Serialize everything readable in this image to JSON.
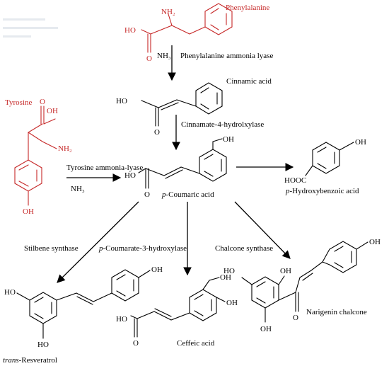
{
  "colors": {
    "ink": "#000000",
    "precursor": "#c62828",
    "background": "#ffffff"
  },
  "compounds": {
    "phenylalanine": {
      "name": "Phenylalanine",
      "groups": {
        "amine": "NH₂",
        "acid": "HO"
      }
    },
    "cinnamic_acid": {
      "name": "Cinnamic acid",
      "groups": {
        "acid": "HO"
      }
    },
    "tyrosine": {
      "name": "Tyrosine",
      "groups": {
        "acid": "OH",
        "amine": "NH₂",
        "phenol": "OH"
      }
    },
    "p_coumaric_acid": {
      "name_prefix": "p",
      "name_rest": "-Coumaric acid",
      "groups": {
        "acid": "HO",
        "phenol": "OH"
      }
    },
    "p_hydroxybenzoic_acid": {
      "name_prefix": "p",
      "name_rest": "-Hydroxybenzoic acid",
      "groups": {
        "acid": "HOOC",
        "phenol": "OH"
      }
    },
    "trans_resveratrol": {
      "name_prefix": "trans",
      "name_rest": "-Resveratrol",
      "groups": {
        "oh_1": "HO",
        "oh_2": "HO",
        "oh_3": "OH"
      }
    },
    "caffeic_acid": {
      "name": "Ceffeic acid",
      "groups": {
        "acid": "HO",
        "oh_1": "OH",
        "oh_2": "OH"
      }
    },
    "naringenin_chalcone": {
      "name": "Narigenin chalcone",
      "groups": {
        "oh_1": "HO",
        "oh_2": "OH",
        "oh_3": "OH",
        "oh_4": "OH"
      }
    }
  },
  "enzymes": {
    "pal": "Phenylalanine ammonia lyase",
    "c4h": "Cinnamate-4-hydrolxylase",
    "tal": "Tyrosine ammonia-lyase",
    "sts": "Stilbene synthase",
    "c3h_prefix": "p",
    "c3h_rest": "-Coumarate-3-hydroxylase",
    "chs": "Chalcone synthase"
  },
  "byproducts": {
    "pal_nh3": "NH₃",
    "tal_nh3": "NH₃"
  }
}
